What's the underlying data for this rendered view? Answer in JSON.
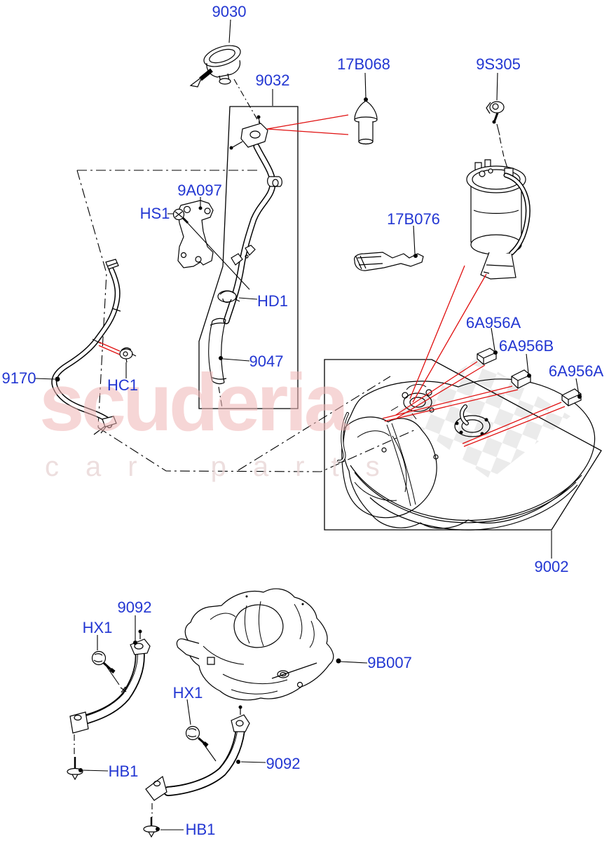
{
  "watermark": {
    "brand": "scuderia",
    "tagline": "car parts"
  },
  "colors": {
    "label": "#2236d2",
    "leader": "#e01010",
    "line": "#000000",
    "wm_pink": "#f0b6b6",
    "wm_gray": "#e9d6d6",
    "checker": "#d7d7d7"
  },
  "parts": {
    "fuel_cap": "9030",
    "filler_pipe": "9032",
    "filler_stopper": "17B068",
    "vent_valve": "9S305",
    "pipe_bracket": "9A097",
    "bracket_screw": "HS1",
    "support_bracket": "17B076",
    "pipe_clip": "HD1",
    "lower_filler_pipe": "9047",
    "vent_pipe": "9170",
    "hose_clip": "HC1",
    "pad_upper": "6A956A",
    "pad_middle": "6A956B",
    "pad_lower": "6A956A",
    "fuel_tank": "9002",
    "front_strap": "9092",
    "front_strap_bolt": "HX1",
    "heat_shield": "9B007",
    "rear_strap_bolt": "HX1",
    "rear_strap": "9092",
    "front_strap_nut": "HB1",
    "rear_strap_nut": "HB1"
  }
}
